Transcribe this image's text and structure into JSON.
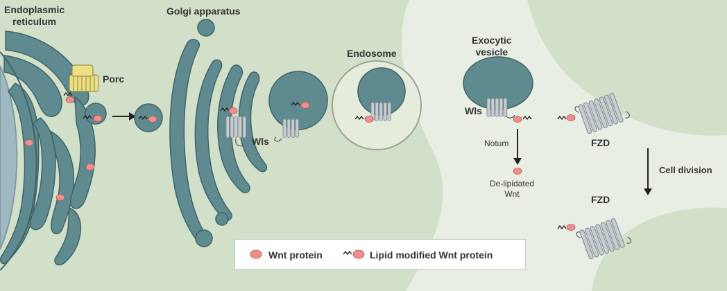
{
  "labels": {
    "endoplasmic_line1": "Endoplasmic",
    "endoplasmic_line2": "reticulum",
    "golgi": "Golgi apparatus",
    "endosome": "Endosome",
    "exocytic_line1": "Exocytic",
    "exocytic_line2": "vesicle",
    "porc": "Porc",
    "wls_golgi": "Wls",
    "wls_vesicle": "Wls",
    "notum": "Notum",
    "delipidated_line1": "De-lipidated",
    "delipidated_line2": "Wnt",
    "fzd_top": "FZD",
    "fzd_bottom": "FZD",
    "cell_division": "Cell division"
  },
  "legend": {
    "wnt_protein": "Wnt protein",
    "lipid_modified": "Lipid modified Wnt protein"
  },
  "colors": {
    "cell_green": "#d2e0ca",
    "extracellular": "#e9eee4",
    "organelle": "#5f8a8f",
    "organelle_dark": "#3f6367",
    "nucleus": "#9fb9c3",
    "endosome_fill": "#e6ecdc",
    "wnt_pink": "#ef8e8c",
    "receptor_grey": "#c6ccd0",
    "porc_yellow": "#ecdf85"
  }
}
